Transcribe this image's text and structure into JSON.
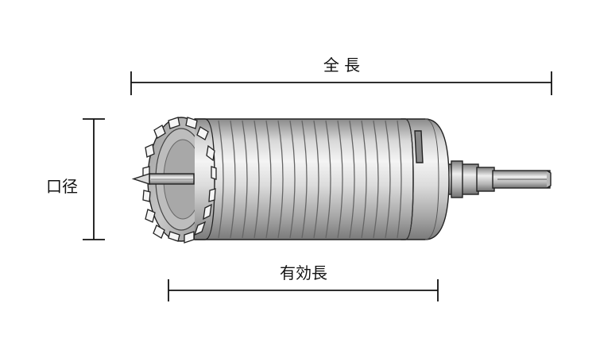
{
  "labels": {
    "overall_length": "全 長",
    "diameter": "口径",
    "effective_length": "有効長"
  }
}
